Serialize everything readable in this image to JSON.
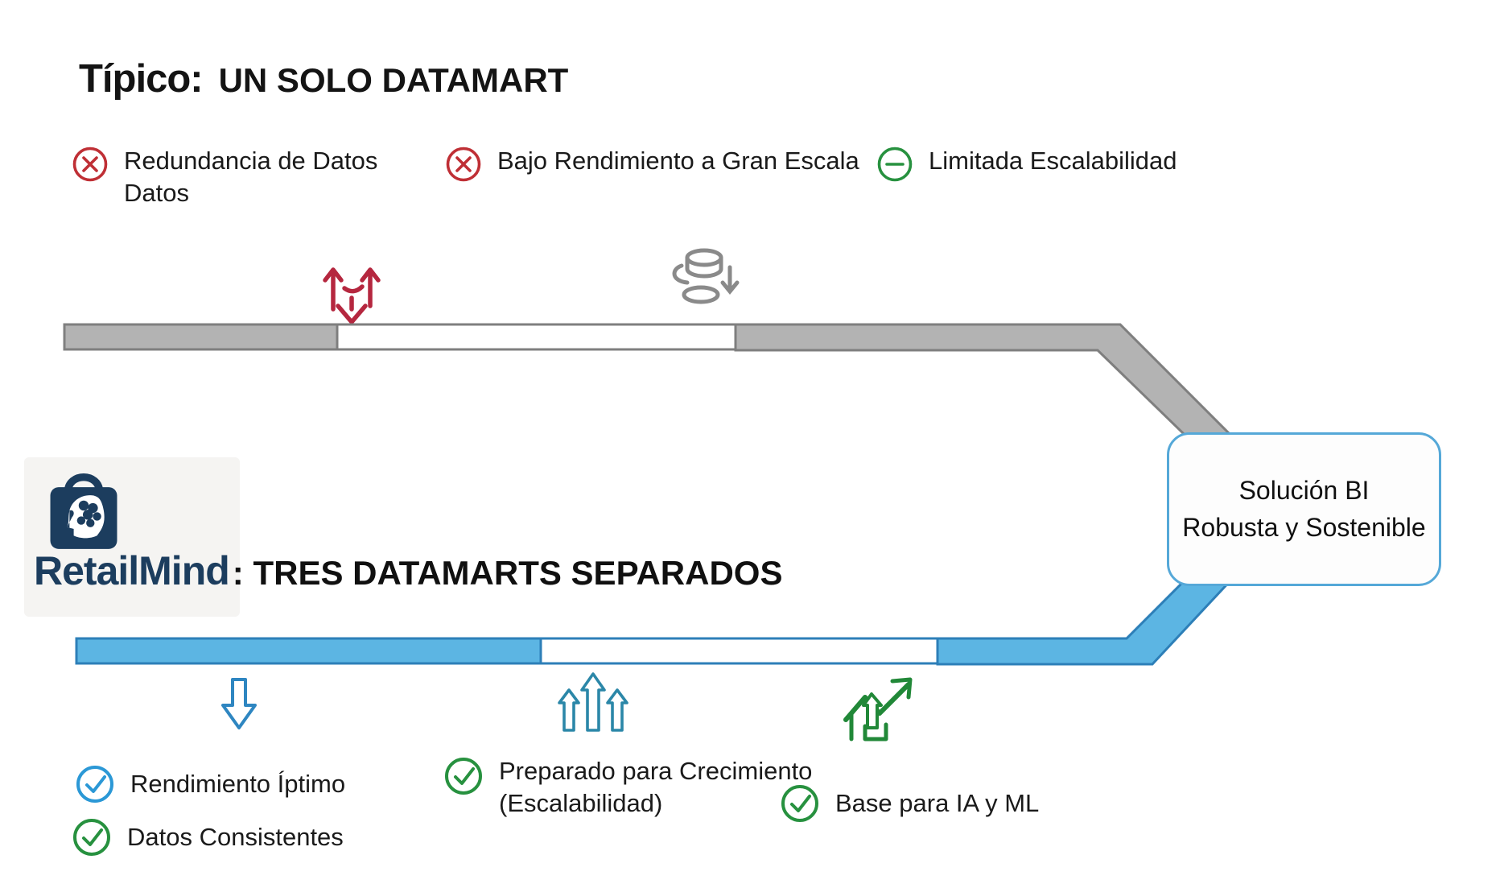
{
  "colors": {
    "negative_red": "#bf2f35",
    "limited_green": "#27913f",
    "check_green": "#27913f",
    "check_blue": "#2b98d6",
    "bar_gray_fill": "#b3b3b3",
    "bar_gray_border": "#7f7f7f",
    "bar_blue_fill": "#5cb5e3",
    "bar_blue_border": "#2d7fb8",
    "brand_navy": "#1c3d5e",
    "teal_arrows": "#2b87a8",
    "growth_green": "#218838",
    "result_box_border": "#55a8d8"
  },
  "typical_section": {
    "title_prefix": "Típico:",
    "title_main": "UN SOLO DATAMART",
    "issues": [
      {
        "icon": "circle-x-icon",
        "line1": "Redundancia de Datos",
        "line2": "Datos"
      },
      {
        "icon": "circle-x-icon",
        "line1": "Bajo Rendimiento a Gran Escala",
        "line2": ""
      },
      {
        "icon": "circle-minus-icon",
        "line1": "Limitada Escalabilidad",
        "line2": ""
      }
    ],
    "decorations": [
      "split-arrows-icon",
      "database-transfer-icon"
    ]
  },
  "retailmind_section": {
    "brand_name": "RetailMind",
    "title_suffix": ": TRES DATAMARTS SEPARADOS",
    "decorations": [
      "down-arrow-icon",
      "triple-up-arrows-icon",
      "growth-chart-icon"
    ],
    "benefits": [
      {
        "icon": "circle-check-icon",
        "check_color": "#2b98d6",
        "label": "Rendimiento Íptimo"
      },
      {
        "icon": "circle-check-icon",
        "check_color": "#27913f",
        "label": "Datos Consistentes"
      },
      {
        "icon": "circle-check-icon",
        "check_color": "#27913f",
        "label_line1": "Preparado para Crecimiento",
        "label_line2": "(Escalabilidad)"
      },
      {
        "icon": "circle-check-icon",
        "check_color": "#27913f",
        "label": "Base para IA y ML"
      }
    ]
  },
  "result_box": {
    "line1": "Solución BI",
    "line2": "Robusta y Sostenible"
  }
}
